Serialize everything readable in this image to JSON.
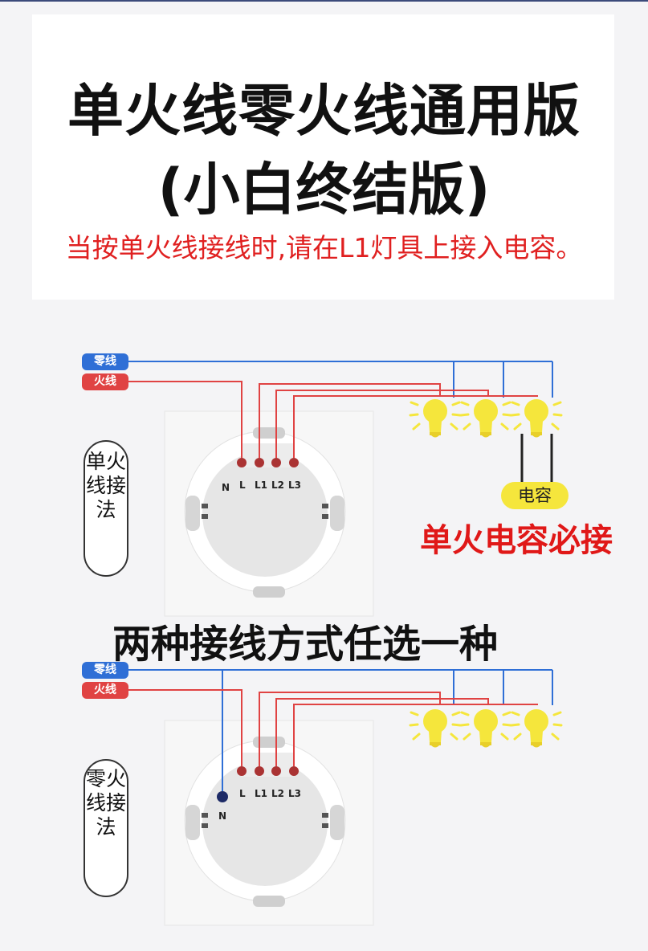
{
  "header": {
    "title_line1": "单火线零火线通用版",
    "title_line2": "(小白终结版)",
    "note": "当按单火线接线时,请在L1灯具上接入电容。"
  },
  "wire_labels": {
    "neutral": "零线",
    "live": "火线"
  },
  "terminals": {
    "n": "N",
    "l": "L",
    "l1": "L1",
    "l2": "L2",
    "l3": "L3"
  },
  "method1": {
    "label": "单火线接法",
    "capacitor": "电容",
    "capacitor_note": "单火电容必接"
  },
  "divider_title": "两种接线方式任选一种",
  "method2": {
    "label": "零火线接法"
  },
  "colors": {
    "live_wire": "#e04343",
    "neutral_wire": "#2f6fd6",
    "bulb": "#f5e63c",
    "accent_red": "#e01818"
  },
  "icons": [
    "light-bulb-icon",
    "capacitor-icon",
    "switch-panel-icon"
  ]
}
